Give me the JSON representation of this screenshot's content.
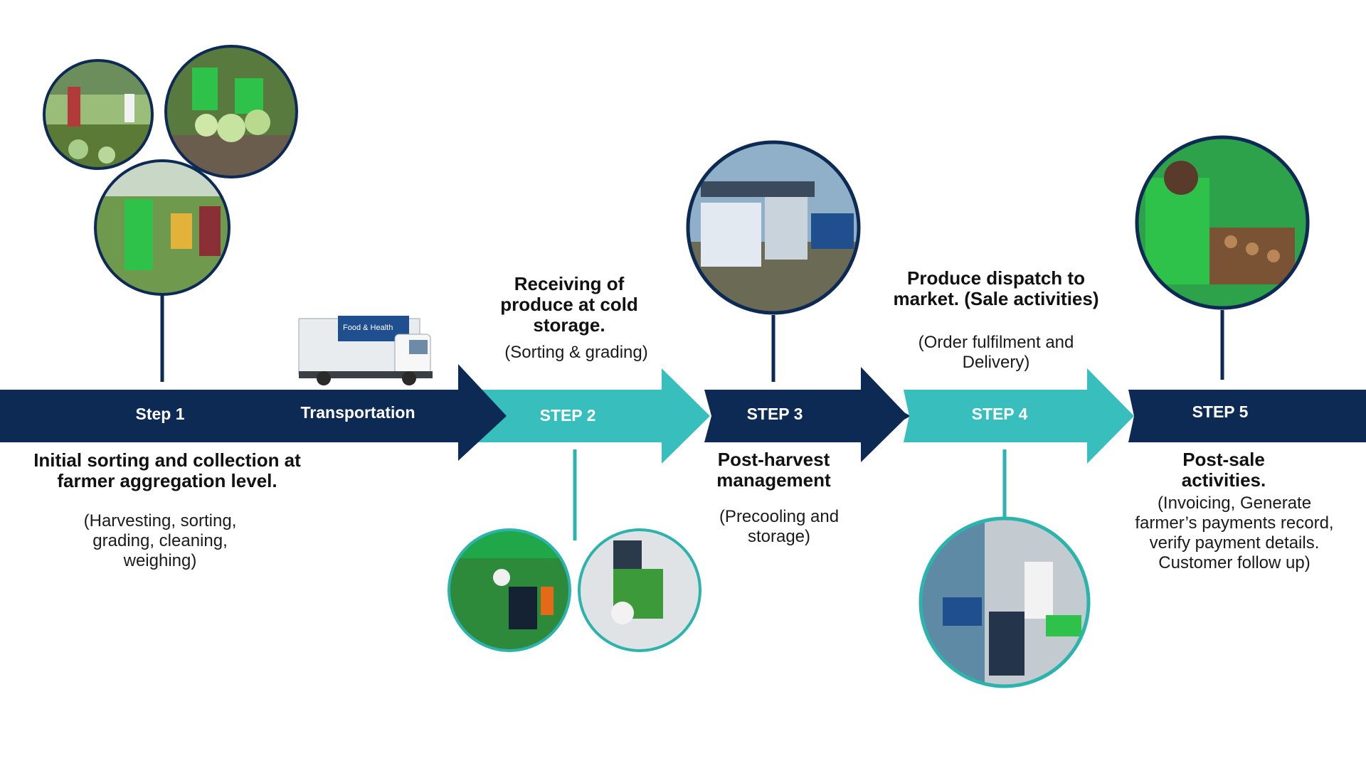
{
  "colors": {
    "navy": "#0c2a54",
    "teal": "#38bfbd",
    "teal_ring": "#2cb3ad"
  },
  "band_labels": {
    "step1": "Step 1",
    "transport": "Transportation",
    "step2": "STEP 2",
    "step3": "STEP 3",
    "step4": "STEP 4",
    "step5": "STEP 5"
  },
  "steps": {
    "step1": {
      "title": "Initial sorting and collection at farmer aggregation level.",
      "subtitle": "(Harvesting, sorting, grading, cleaning, weighing)"
    },
    "step2": {
      "title": "Receiving of produce at cold storage.",
      "subtitle": "(Sorting & grading)"
    },
    "step3": {
      "title": "Post-harvest management",
      "subtitle": "(Precooling and storage)"
    },
    "step4": {
      "title": "Produce dispatch to market. (Sale activities)",
      "subtitle": "(Order fulfilment and Delivery)"
    },
    "step5": {
      "title": "Post-sale activities.",
      "subtitle": "(Invoicing, Generate farmer’s payments record, verify payment details. Customer follow up)"
    }
  },
  "truck": {
    "sign_line1": "Food & Health"
  }
}
